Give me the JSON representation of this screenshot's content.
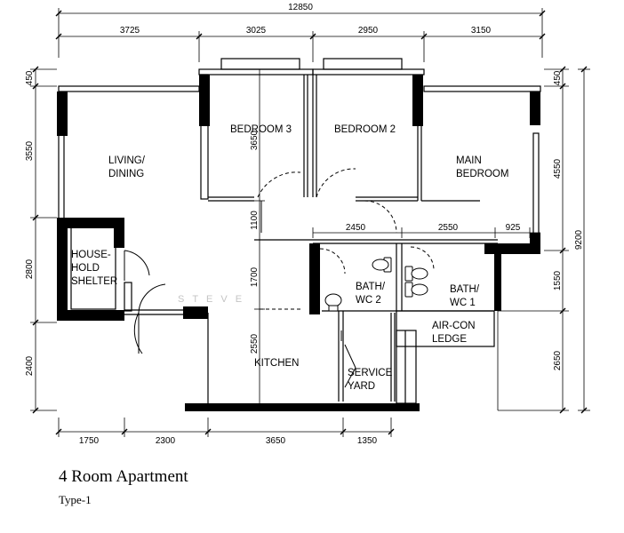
{
  "dimensions": {
    "overall_width": "12850",
    "top": [
      "3725",
      "3025",
      "2950",
      "3150"
    ],
    "bottom": [
      "1750",
      "2300",
      "3650",
      "1350"
    ],
    "left": [
      "450",
      "3550",
      "2800",
      "2400"
    ],
    "right_inner": [
      "450",
      "4550",
      "1550",
      "2650"
    ],
    "right_overall": "9200",
    "interior_horizontal": [
      "2450",
      "2550",
      "925"
    ],
    "interior_vertical": [
      "3650",
      "1100",
      "1700",
      "2550"
    ]
  },
  "rooms": {
    "bedroom3": "BEDROOM 3",
    "bedroom2": "BEDROOM 2",
    "main_bedroom": [
      "MAIN",
      "BEDROOM"
    ],
    "living_dining": [
      "LIVING/",
      "DINING"
    ],
    "household_shelter": [
      "HOUSE-",
      "HOLD",
      "SHELTER"
    ],
    "bath_wc2": [
      "BATH/",
      "WC 2"
    ],
    "bath_wc1": [
      "BATH/",
      "WC 1"
    ],
    "aircon_ledge": [
      "AIR-CON",
      "LEDGE"
    ],
    "kitchen": "KITCHEN",
    "service_yard": [
      "SERVICE",
      "YARD"
    ]
  },
  "watermark": "STEVE",
  "caption": {
    "title": "4 Room Apartment",
    "subtitle": "Type-1"
  }
}
